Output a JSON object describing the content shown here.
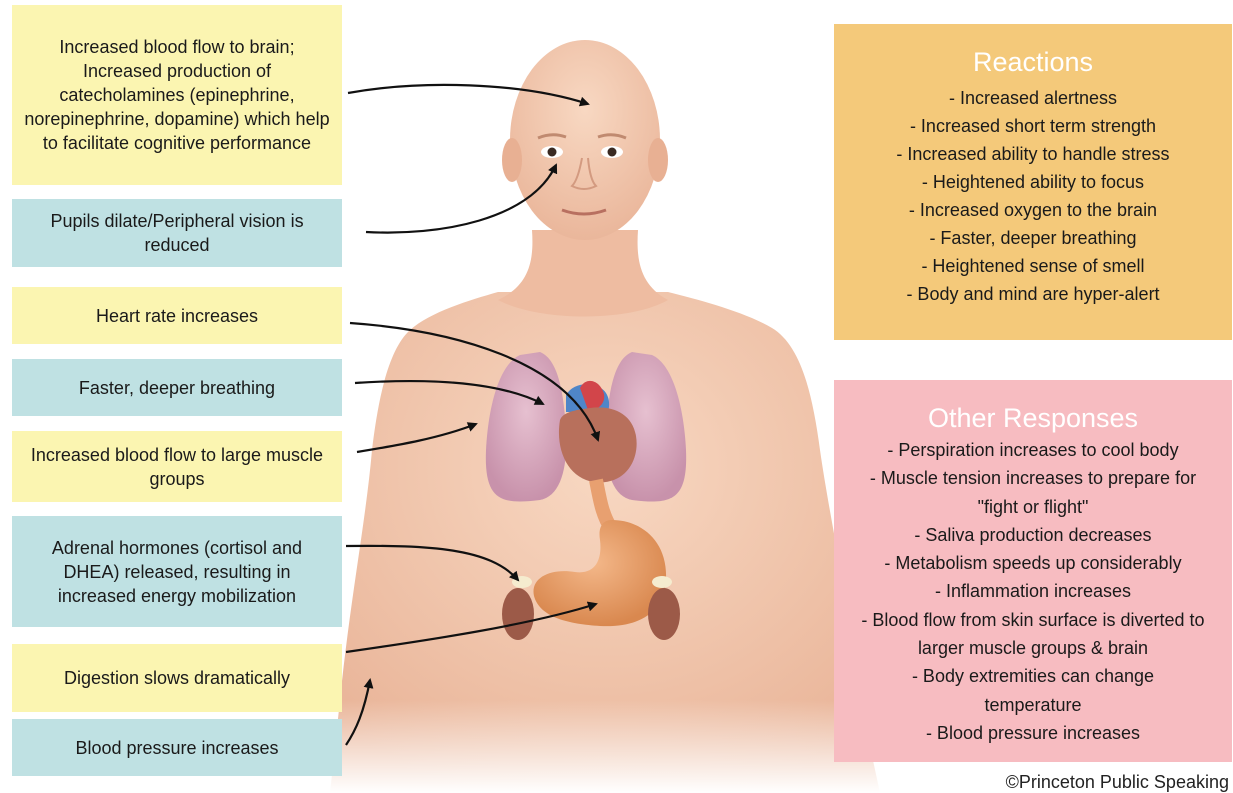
{
  "left_boxes": [
    {
      "text": "Increased blood flow to brain; Increased production of catecholamines (epinephrine, norepinephrine, dopamine) which help to facilitate cognitive performance"
    },
    {
      "text": "Pupils dilate/Peripheral vision is reduced"
    },
    {
      "text": "Heart rate increases"
    },
    {
      "text": "Faster, deeper breathing"
    },
    {
      "text": "Increased blood flow to large muscle groups"
    },
    {
      "text": "Adrenal hormones (cortisol and DHEA) released, resulting in increased energy mobilization"
    },
    {
      "text": "Digestion slows dramatically"
    },
    {
      "text": "Blood pressure increases"
    }
  ],
  "reactions": {
    "title": "Reactions",
    "items": [
      "- Increased alertness",
      "- Increased short term strength",
      "- Increased ability to handle stress",
      "- Heightened ability to focus",
      "- Increased oxygen to the brain",
      "- Faster, deeper breathing",
      "- Heightened sense of smell",
      "- Body and mind are hyper-alert"
    ]
  },
  "other_responses": {
    "title": "Other Responses",
    "items": [
      "- Perspiration increases to cool body",
      "- Muscle tension increases to prepare for \"fight or flight\"",
      "- Saliva production decreases",
      "- Metabolism speeds up considerably",
      "- Inflammation increases",
      "- Blood flow from skin surface is diverted to larger muscle groups & brain",
      "- Body extremities can change temperature",
      "- Blood pressure increases"
    ]
  },
  "copyright": "©Princeton Public Speaking",
  "colors": {
    "yellow_box": "#fbf5b1",
    "blue_box": "#bfe1e3",
    "reactions_box": "#f4c97a",
    "other_box": "#f7bcc1",
    "skin": "#f3c9ae",
    "lungs": "#dcaabf",
    "heart": "#b8705c",
    "stomach": "#e8a070",
    "kidney": "#9c5a48"
  }
}
